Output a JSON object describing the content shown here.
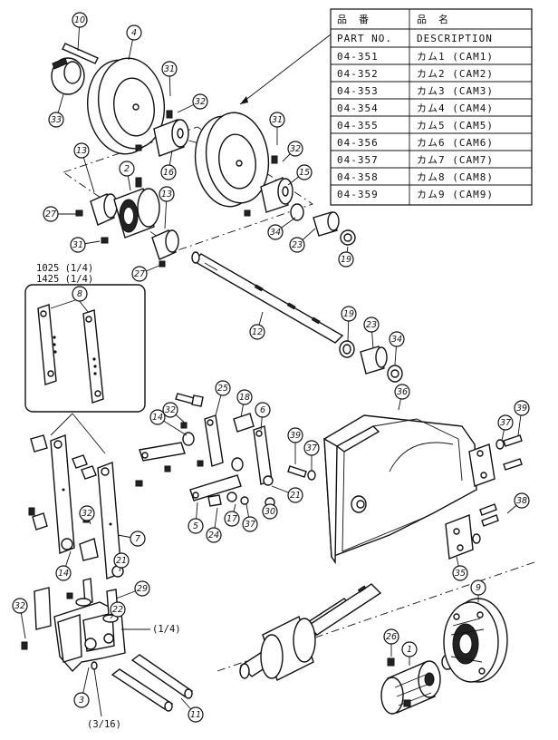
{
  "parts_table": {
    "header_jp": [
      "品　番",
      "品　名"
    ],
    "header_en": [
      "PART NO.",
      "DESCRIPTION"
    ],
    "rows": [
      {
        "part_no": "04-351",
        "description": "カム1 (CAM1)"
      },
      {
        "part_no": "04-352",
        "description": "カム2 (CAM2)"
      },
      {
        "part_no": "04-353",
        "description": "カム3 (CAM3)"
      },
      {
        "part_no": "04-354",
        "description": "カム4 (CAM4)"
      },
      {
        "part_no": "04-355",
        "description": "カム5 (CAM5)"
      },
      {
        "part_no": "04-356",
        "description": "カム6 (CAM6)"
      },
      {
        "part_no": "04-357",
        "description": "カム7 (CAM7)"
      },
      {
        "part_no": "04-358",
        "description": "カム8 (CAM8)"
      },
      {
        "part_no": "04-359",
        "description": "カム9 (CAM9)"
      }
    ]
  },
  "inset_labels": [
    "1025 (1/4)",
    "1425 (1/4)"
  ],
  "size_callouts": [
    "(1/4)",
    "(3/16)"
  ],
  "balloons": [
    "10",
    "4",
    "33",
    "31",
    "32",
    "31",
    "32",
    "16",
    "15",
    "13",
    "2",
    "13",
    "27",
    "31",
    "27",
    "34",
    "23",
    "19",
    "8",
    "12",
    "19",
    "23",
    "34",
    "36",
    "39",
    "37",
    "38",
    "35",
    "9",
    "25",
    "18",
    "6",
    "14",
    "32",
    "39",
    "37",
    "21",
    "30",
    "24",
    "17",
    "37",
    "5",
    "7",
    "32",
    "14",
    "21",
    "29",
    "22",
    "32",
    "3",
    "11",
    "26",
    "1"
  ],
  "colors": {
    "line": "#111111",
    "background": "#ffffff"
  }
}
